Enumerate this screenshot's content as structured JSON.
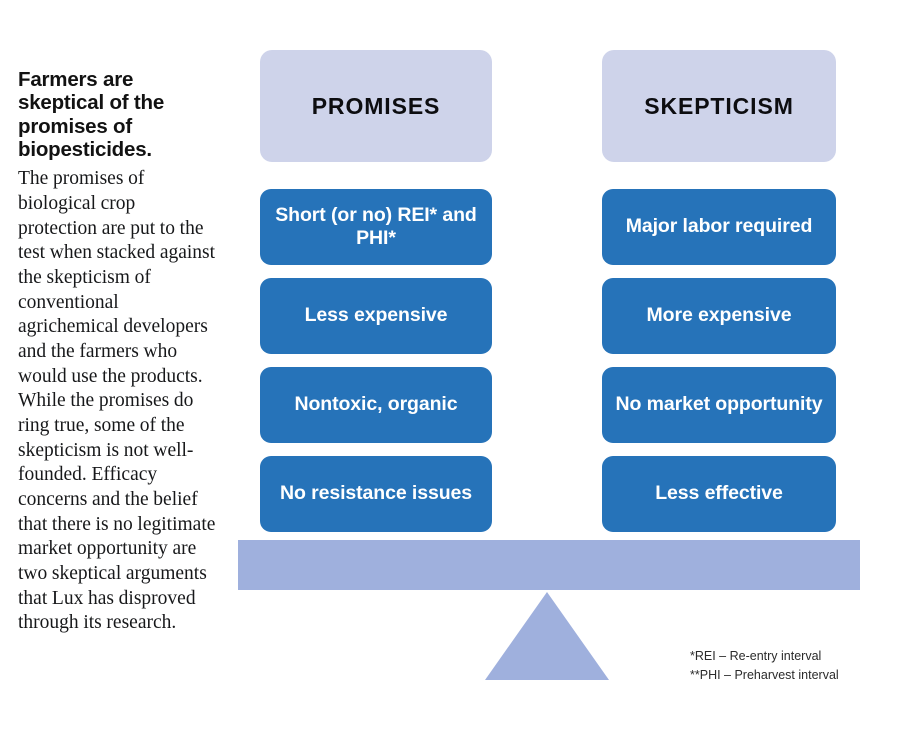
{
  "article": {
    "headline": "Farmers are skeptical of the promises of biopesticides.",
    "body": "The promises of biological crop protection are put to the test when stacked against the skepticism of conventional agrichemical developers and the farmers who would use the products. While the promises do ring true, some of the skepticism is not well-founded. Efficacy concerns and the belief that there is no legitimate market opportunity are two skeptical arguments that Lux has disproved through its research."
  },
  "columns": {
    "promises": {
      "header": "PROMISES",
      "items": [
        "Short (or no) REI* and PHI*",
        "Less expensive",
        "Nontoxic, organic",
        "No resistance issues"
      ]
    },
    "skepticism": {
      "header": "SKEPTICISM",
      "items": [
        "Major labor required",
        "More expensive",
        "No market opportunity",
        "Less effective"
      ]
    }
  },
  "footnotes": [
    "*REI – Re-entry interval",
    "**PHI – Preharvest interval"
  ],
  "colors": {
    "card_blue": "#2673b9",
    "header_lavender": "#ced3ea",
    "beam_periwinkle": "#9fb0dd",
    "background": "#ffffff",
    "text_dark": "#121212",
    "text_on_card": "#ffffff"
  }
}
